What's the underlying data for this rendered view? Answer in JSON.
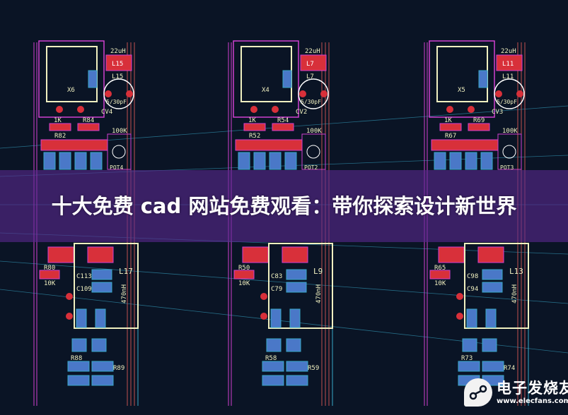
{
  "title": "十大免费 cad 网站免费观看：带你探索设计新世界",
  "colors": {
    "background": "#0a1425",
    "pad": "#d8303a",
    "silkscreen": "#f0f0c0",
    "outline": "#d040d0",
    "cap": "#4a78c8",
    "trace": "#38a8c8",
    "banner": "#5a288c"
  },
  "watermark": {
    "name": "电子发烧友",
    "url": "www.elecfans.com"
  },
  "boards": [
    {
      "inductor_value": "22uH",
      "inductor": "L15",
      "crystal": "X6",
      "trimmer": "CV4",
      "trimmer_value": "5/30pF",
      "r1_value": "1K",
      "r1": "R84",
      "r2": "R82",
      "pot_value": "100K",
      "pot": "POT4",
      "r3": "R80",
      "r3_value": "10K",
      "l2": "L17",
      "l2_value": "470nH",
      "c1": "C113",
      "c2": "C109",
      "r4": "R88",
      "r5": "R89"
    },
    {
      "inductor_value": "22uH",
      "inductor": "L7",
      "crystal": "X4",
      "trimmer": "CV2",
      "trimmer_value": "5/30pF",
      "r1_value": "1K",
      "r1": "R54",
      "r2": "R52",
      "pot_value": "100K",
      "pot": "POT2",
      "r3": "R50",
      "r3_value": "10K",
      "l2": "L9",
      "l2_value": "470nH",
      "c1": "C83",
      "c2": "C79",
      "r4": "R58",
      "r5": "R59"
    },
    {
      "inductor_value": "22uH",
      "inductor": "L11",
      "crystal": "X5",
      "trimmer": "CV3",
      "trimmer_value": "5/30pF",
      "r1_value": "1K",
      "r1": "R69",
      "r2": "R67",
      "pot_value": "100K",
      "pot": "POT3",
      "r3": "R65",
      "r3_value": "10K",
      "l2": "L13",
      "l2_value": "470nH",
      "c1": "C98",
      "c2": "C94",
      "r4": "R73",
      "r5": "R74"
    }
  ]
}
